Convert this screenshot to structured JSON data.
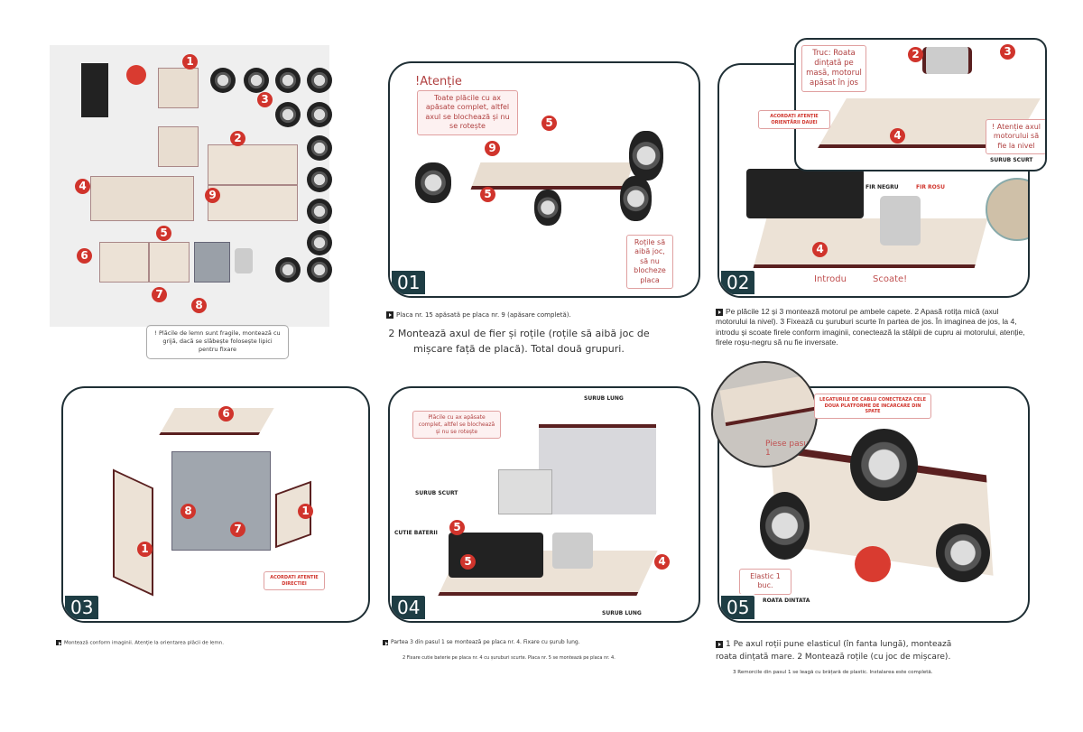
{
  "parts": {
    "numbers": [
      "1",
      "2",
      "3",
      "4",
      "5",
      "6",
      "7",
      "8",
      "9"
    ],
    "warning": "! Plăcile de lemn sunt fragile, montează cu grijă, dacă se slăbește folosește lipici pentru fixare"
  },
  "step01": {
    "badge": "01",
    "title": "!Atenție",
    "note": "Toate plăcile cu ax apăsate complet, altfel axul se blochează și nu se rotește",
    "wheel_note": "Roțile să aibă joc, să nu blocheze placa",
    "nums": [
      "5",
      "9",
      "5"
    ],
    "caption": "Placa nr. 15 apăsată pe placa nr. 9 (apăsare completă).",
    "text": "2 Montează axul de fier și roțile (roțile să aibă joc de mișcare față de placă). Total două grupuri."
  },
  "step02": {
    "badge": "02",
    "tip": "Truc: Roata dințată pe masă, motorul apăsat în jos",
    "orient": "ACORDAȚI ATENȚIE ORIENTĂRII DAUEI",
    "axis_note": "! Atenție axul motorului să fie la nivel",
    "short_screw": "SURUB SCURT",
    "black_wire": "FIR NEGRU",
    "red_wire": "FIR ROSU",
    "insert": "Introdu",
    "remove": "Scoate!",
    "nums": [
      "2",
      "3",
      "4",
      "4"
    ],
    "caption": "Pe plăcile 12 și 3 montează motorul pe ambele capete. 2 Apasă rotița mică (axul motorului la nivel). 3 Fixează cu șuruburi scurte în partea de jos. În imaginea de jos, la 4, introdu și scoate firele conform imaginii, conectează la stâlpii de cupru ai motorului, atenție, firele roșu-negru să nu fie inversate."
  },
  "step03": {
    "badge": "03",
    "direction": "ACORDATI ATENTIE DIRECTIEI",
    "nums": [
      "6",
      "8",
      "7",
      "1",
      "1"
    ],
    "caption": "Montează conform imaginii. Atenție la orientarea plăcii de lemn."
  },
  "step04": {
    "badge": "04",
    "note": "Plăcile cu ax apăsate complet, altfel se blochează și nu se rotește",
    "long_screw": "SURUB LUNG",
    "short_screw": "SURUB SCURT",
    "battery": "CUTIE BATERII",
    "long_screw2": "SURUB LUNG",
    "nums": [
      "5",
      "5",
      "4"
    ],
    "caption": "Partea 3 din pasul 1 se montează pe placa nr. 4. Fixare cu șurub lung.",
    "caption2": "2 Fixare cutie baterie pe placa nr. 4 cu șuruburi scurte. Placa nr. 5 se montează pe placa nr. 4."
  },
  "step05": {
    "badge": "05",
    "cable": "LEGATURILE DE CABLU CONECTEAZA CELE DOUA PLATFORME DE INCARCARE DIN SPATE",
    "prev": "Piese pasul 1",
    "elastic": "Elastic 1 buc.",
    "gear": "ROATA DINTATA",
    "caption": "1 Pe axul roții pune elasticul (în fanta lungă), montează roata dințată mare. 2 Montează roțile (cu joc de mișcare).",
    "caption2": "3 Remorcile din pasul 1 se leagă cu brățară de plastic. Instalarea este completă."
  }
}
